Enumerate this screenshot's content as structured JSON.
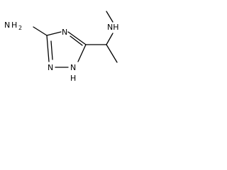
{
  "molecule": {
    "atoms": {
      "n_ring_top": "N",
      "n_ring_left": "N",
      "nh_ring_bottom": "N",
      "nh_ring_bottom_h": "H",
      "amine_n": "N",
      "amine_h2": "H",
      "amine_h2_subscript": "2",
      "nh_methylamine": "NH"
    }
  }
}
